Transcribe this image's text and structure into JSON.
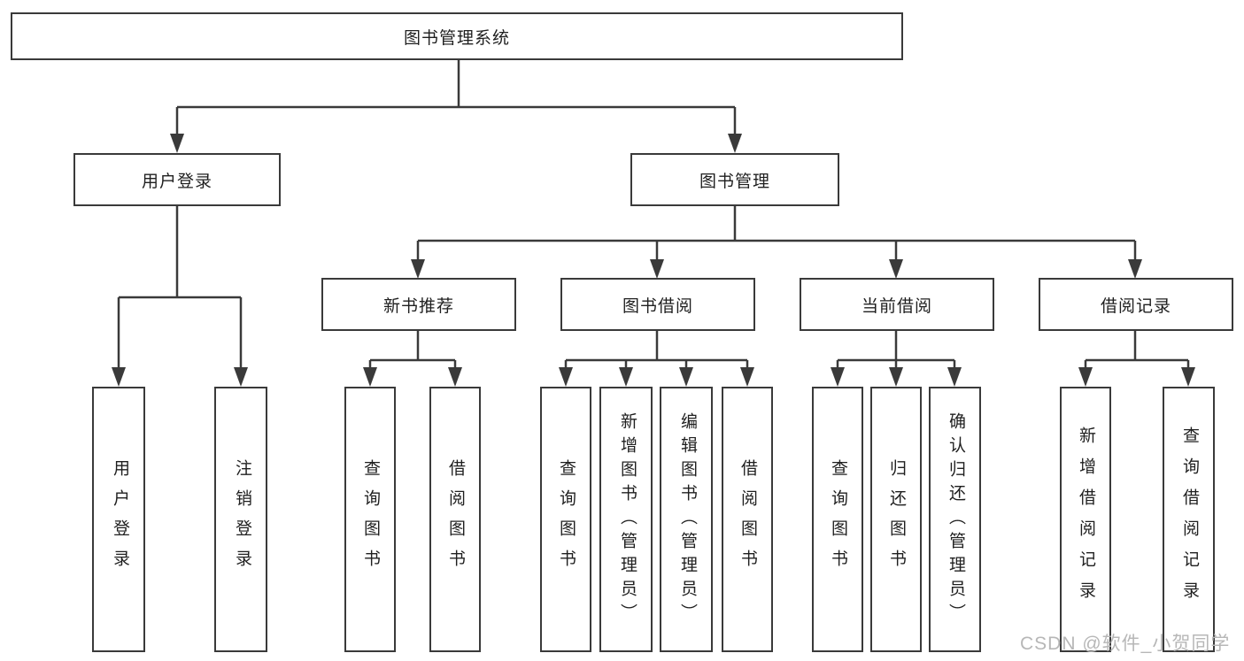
{
  "colors": {
    "line": "#3a3a3a",
    "text": "#1f1f1f",
    "watermark_gray": "#b7b7b7",
    "background": "#ffffff"
  },
  "root": {
    "label": "图书管理系统"
  },
  "level2": {
    "user_login": "用户登录",
    "book_management": "图书管理"
  },
  "level3": {
    "new_book": "新书推荐",
    "book_borrow": "图书借阅",
    "current_borrow": "当前借阅",
    "borrow_records": "借阅记录"
  },
  "leaves": {
    "login": [
      "用户登录",
      "注销登录"
    ],
    "new_book": [
      "查询图书",
      "借阅图书"
    ],
    "book_borrow": [
      "查询图书",
      "新增图书（管理员）",
      "编辑图书（管理员）",
      "借阅图书"
    ],
    "current_borrow": [
      "查询图书",
      "归还图书",
      "确认归还（管理员）"
    ],
    "borrow_records": [
      "新增借阅记录",
      "查询借阅记录"
    ]
  },
  "watermark": "CSDN @软件_小贺同学"
}
